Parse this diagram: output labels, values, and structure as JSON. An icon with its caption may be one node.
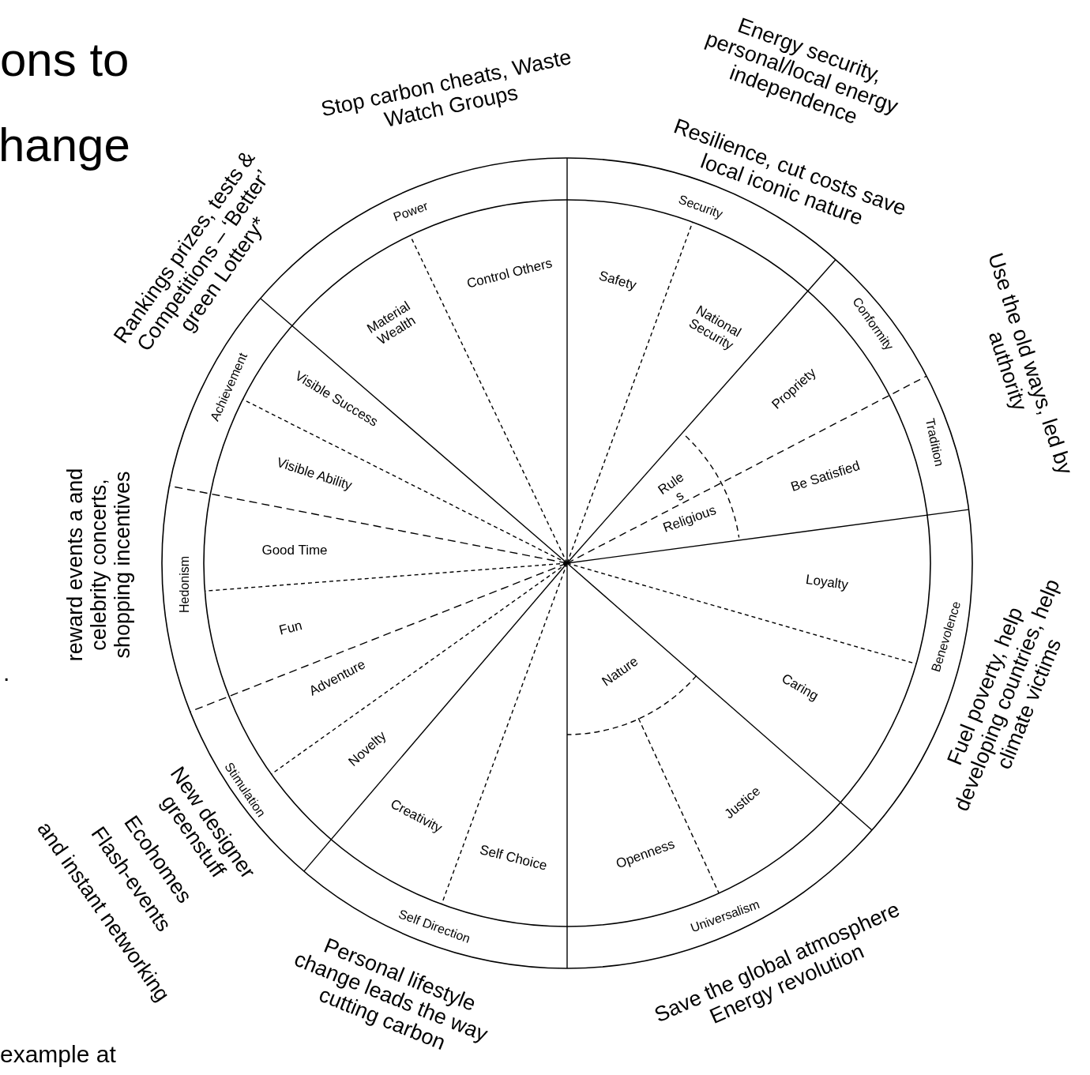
{
  "diagram": {
    "labels": [
      "ons to",
      "hange",
      "Stop carbon cheats, Waste Watch Groups",
      "Energy security, personal/local energy independence",
      "Resilience, cut costs save local iconic nature",
      "Rankings prizes, tests & Competitions – ‘Better’ green Lottery*",
      "Use the old ways, led by authority",
      "reward events a and celebrity concerts, shopping incentives",
      "Fuel poverty, help developing countries, help climate victims",
      "New designer greenstuff",
      "Ecohomes",
      "Flash-events",
      "and instant networking",
      "Personal lifestyle change leads the way cutting carbon",
      "Save the global atmosphere Energy revolution",
      "Power",
      "Security",
      "Conformity",
      "Tradition",
      "Benevolence",
      "Universalism",
      "Self Direction",
      "Stimulation",
      "Hedonism",
      "Achievement",
      "Control Others",
      "Material Wealth",
      "Safety",
      "National Security",
      "Propriety",
      "Rules",
      "Religious",
      "Be Satisfied",
      "Loyalty",
      "Caring",
      "Nature",
      "Justice",
      "Openness",
      "Self Choice",
      "Creativity",
      "Novelty",
      "Adventure",
      "Fun",
      "Good Time",
      "Visible Ability",
      "Visible Success",
      ".",
      "example at"
    ]
  }
}
